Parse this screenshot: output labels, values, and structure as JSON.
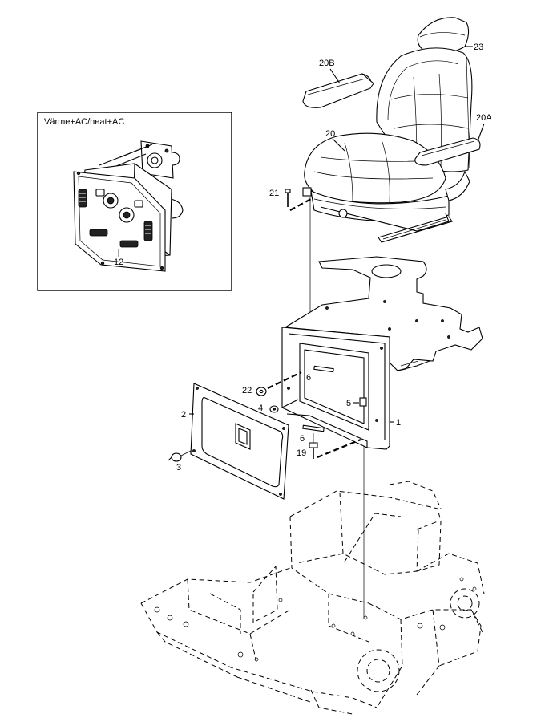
{
  "inset": {
    "title": "Värme+AC/heat+AC",
    "part_label": "12"
  },
  "parts": {
    "headrest": "23",
    "armrest_left": "20B",
    "armrest_right": "20A",
    "seat": "20",
    "bolt_seat": "21",
    "washer": "22",
    "nut": "4",
    "strap_upper": "6",
    "strap_lower": "6",
    "clip": "5",
    "cover_plate": "2",
    "seat_box": "1",
    "knob": "3",
    "bolt_box": "19"
  }
}
